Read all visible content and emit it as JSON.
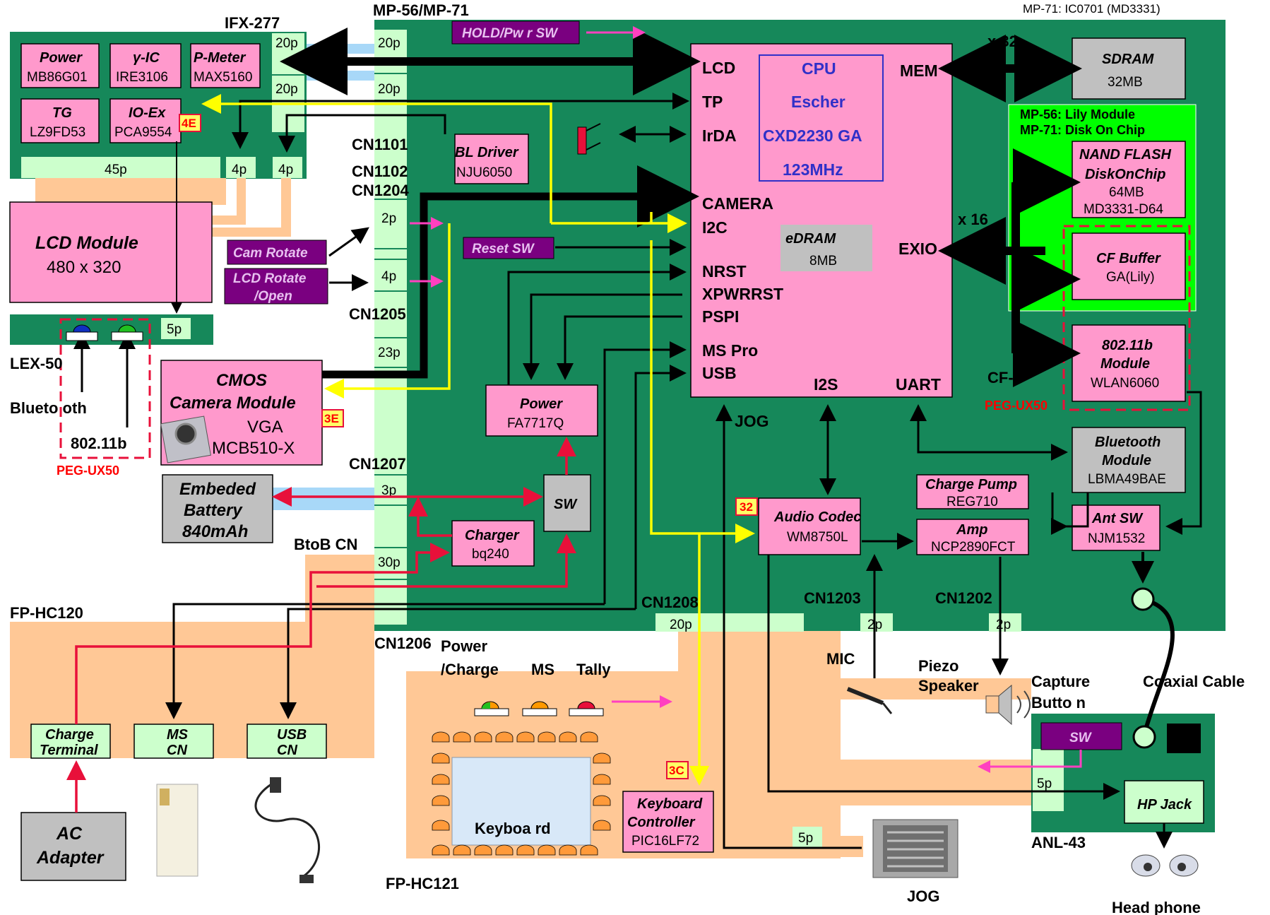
{
  "header": {
    "board": "MP-56/MP-71",
    "corner_note": "MP-71: IC0701 (MD3331)"
  },
  "boards": {
    "ifx": "IFX-277",
    "lex": "LEX-50",
    "fp120": "FP-HC120",
    "fp121": "FP-HC121",
    "anl": "ANL-43",
    "btob": "BtoB CN",
    "peg1": "PEG-UX50",
    "peg2": "PEG-UX50"
  },
  "blocks": {
    "power1": {
      "name": "Power",
      "part": "MB86G01"
    },
    "gic": {
      "name": "γ-IC",
      "part": "IRE3106"
    },
    "pmeter": {
      "name": "P-Meter",
      "part": "MAX5160"
    },
    "tg": {
      "name": "TG",
      "part": "LZ9FD53"
    },
    "ioex": {
      "name": "IO-Ex",
      "part": "PCA9554"
    },
    "lcdmod": {
      "name": "LCD Module",
      "part": "480 x 320"
    },
    "cmos": {
      "name1": "CMOS",
      "name2": "Camera Module",
      "part1": "VGA",
      "part2": "MCB510-X"
    },
    "battery": {
      "l1": "Embeded",
      "l2": "Battery",
      "l3": "840mAh"
    },
    "bl": {
      "name": "BL Driver",
      "part": "NJU6050"
    },
    "power2": {
      "name": "Power",
      "part": "FA7717Q"
    },
    "sw": {
      "name": "SW"
    },
    "charger": {
      "name": "Charger",
      "part": "bq240"
    },
    "sdram": {
      "name": "SDRAM",
      "part": "32MB"
    },
    "nand": {
      "l1": "NAND FLASH",
      "l2": "DiskOnChip",
      "l3": "64MB",
      "l4": "MD3331-D64"
    },
    "cfbuf": {
      "name": "CF Buffer",
      "part": "GA(Lily)"
    },
    "wlan": {
      "l1": "802.11b",
      "l2": "Module",
      "l3": "WLAN6060"
    },
    "bt": {
      "l1": "Bluetooth",
      "l2": "Module",
      "l3": "LBMA49BAE"
    },
    "chgpump": {
      "name": "Charge Pump",
      "part": "REG710"
    },
    "codec": {
      "name": "Audio Codec",
      "part": "WM8750L"
    },
    "amp": {
      "name": "Amp",
      "part": "NCP2890FCT"
    },
    "antsw": {
      "name": "Ant SW",
      "part": "NJM1532"
    },
    "kbc": {
      "l1": "Keyboard",
      "l2": "Controller",
      "part": "PIC16LF72"
    },
    "hpjack": {
      "name": "HP Jack"
    },
    "ac": {
      "l1": "AC",
      "l2": "Adapter"
    },
    "chgterm": {
      "l1": "Charge",
      "l2": "Terminal"
    },
    "mscn": {
      "l1": "MS",
      "l2": "CN"
    },
    "usbcn": {
      "l1": "USB",
      "l2": "CN"
    },
    "edram": {
      "name": "eDRAM",
      "part": "8MB"
    }
  },
  "cpu": {
    "l1": "CPU",
    "l2": "Escher",
    "l3": "CXD2230 GA",
    "l4": "123MHz"
  },
  "cpu_pins": {
    "lcd": "LCD",
    "tp": "TP",
    "irda": "IrDA",
    "camera": "CAMERA",
    "i2c": "I2C",
    "nrst": "NRST",
    "xpwrrst": "XPWRRST",
    "pspi": "PSPI",
    "mspro": "MS Pro",
    "usb": "USB",
    "mem": "MEM",
    "exio": "EXIO",
    "i2s": "I2S",
    "uart": "UART",
    "jog": "JOG"
  },
  "purple": {
    "hold": "HOLD/Pw r SW",
    "camrot": "Cam Rotate",
    "lcdrot1": "LCD Rotate",
    "lcdrot2": "/Open",
    "reset": "Reset SW",
    "capsw": "SW"
  },
  "connectors": {
    "c20a": "20p",
    "c20b": "20p",
    "c20c": "20p",
    "c20d": "20p",
    "c45": "45p",
    "c4a": "4p",
    "c4b": "4p",
    "c5a": "5p",
    "c2p": "2p",
    "c4p": "4p",
    "c23": "23p",
    "c3p": "3p",
    "c30": "30p",
    "c20e": "20p",
    "c2m": "2p",
    "c2s": "2p",
    "c5b": "5p",
    "c5c": "5p"
  },
  "cn_labels": {
    "cn1101": "CN1101",
    "cn1102": "CN1102",
    "cn1204": "CN1204",
    "cn1205": "CN1205",
    "cn1207": "CN1207",
    "cn1208": "CN1208",
    "cn1203": "CN1203",
    "cn1202": "CN1202",
    "cn1206": "CN1206"
  },
  "labels": {
    "x32": "x 32",
    "x16": "x 16",
    "cfif": "CF-IF",
    "jog": "JOG",
    "mp56": "MP-56: Lily Module",
    "mp71": "MP-71: Disk On Chip",
    "bluetooth": "Blueto oth",
    "w80211b": "802.11b",
    "powerchg1": "Power",
    "powerchg2": "/Charge",
    "ms": "MS",
    "tally": "Tally",
    "mic": "MIC",
    "piezo1": "Piezo",
    "piezo2": "Speaker",
    "capture1": "Capture",
    "capture2": "Butto n",
    "coax": "Coaxial Cable",
    "keyboard": "Keyboa rd",
    "jogbottom": "JOG",
    "headphone": "Head phone"
  },
  "refs": {
    "r4e": "4E",
    "r3e": "3E",
    "r32": "32",
    "r3c": "3C"
  }
}
